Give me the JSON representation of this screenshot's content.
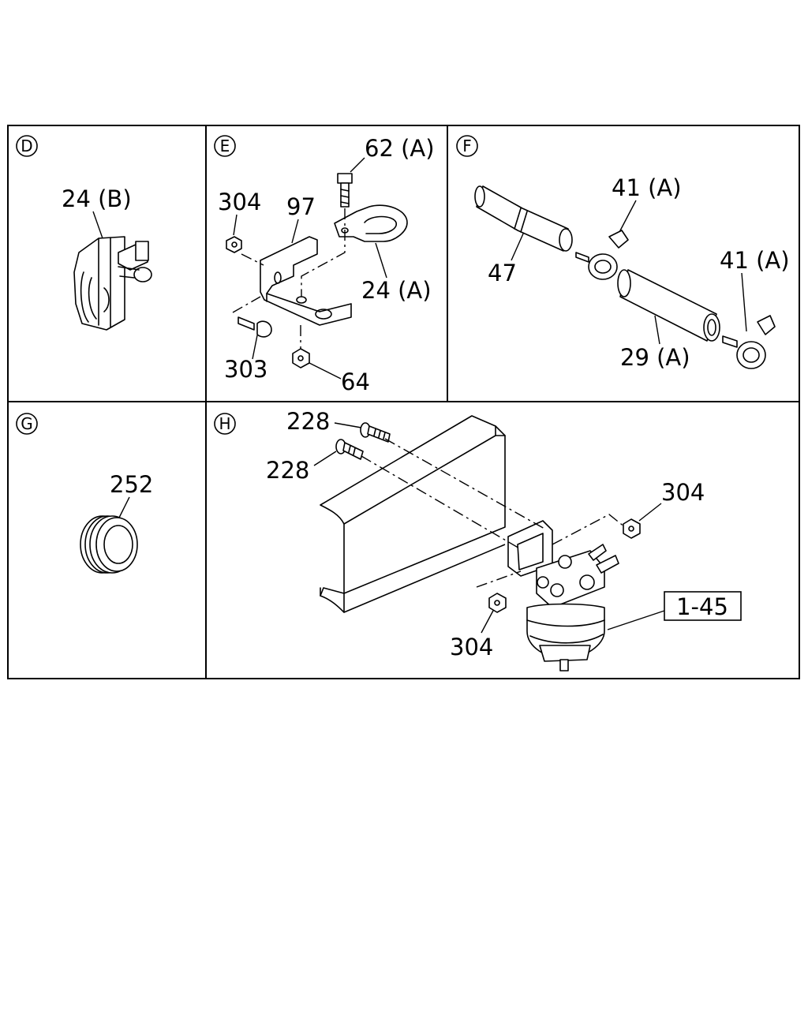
{
  "panels": {
    "D": {
      "letter": "D",
      "labels": {
        "p24b": "24 (B)"
      }
    },
    "E": {
      "letter": "E",
      "labels": {
        "p62a": "62 (A)",
        "p304": "304",
        "p97": "97",
        "p24a": "24 (A)",
        "p303": "303",
        "p64": "64"
      }
    },
    "F": {
      "letter": "F",
      "labels": {
        "p41a_1": "41 (A)",
        "p41a_2": "41 (A)",
        "p47": "47",
        "p29a": "29 (A)"
      }
    },
    "G": {
      "letter": "G",
      "labels": {
        "p252": "252"
      }
    },
    "H": {
      "letter": "H",
      "labels": {
        "p228_1": "228",
        "p228_2": "228",
        "p304_1": "304",
        "p304_2": "304",
        "ref": "1-45"
      }
    }
  }
}
